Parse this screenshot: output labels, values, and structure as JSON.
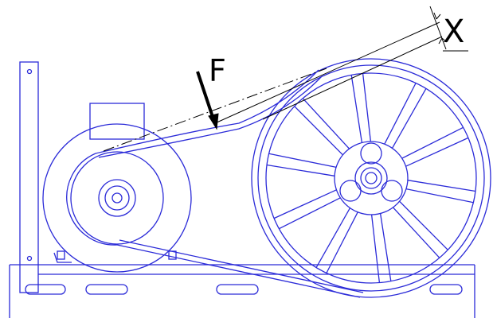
{
  "labels": {
    "force": "F",
    "deflection": "X"
  },
  "colors": {
    "machine_outline": "#2b2bd8",
    "annotation": "#000000",
    "background": "#ffffff"
  },
  "pulley_spokes": 10
}
